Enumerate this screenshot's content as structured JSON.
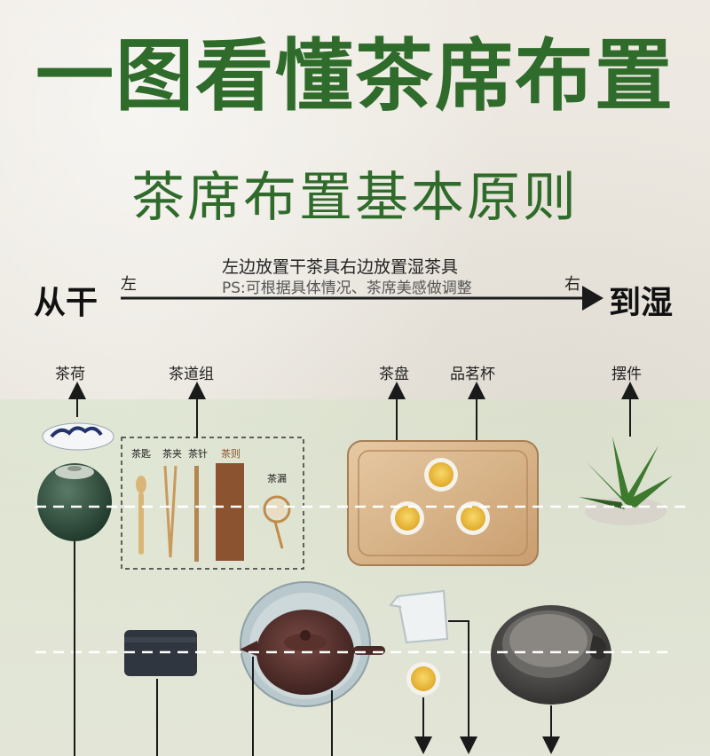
{
  "title": "一图看懂茶席布置",
  "subtitle": "茶席布置基本原则",
  "principle": {
    "main_note": "左边放置干茶具右边放置湿茶具",
    "ps_note": "PS:可根据具体情况、茶席美感做调整",
    "dry_label": "从干",
    "wet_label": "到湿",
    "left_label": "左",
    "right_label": "右"
  },
  "items": {
    "tea_he": "茶荷",
    "tea_tools": "茶道组",
    "tea_tray": "茶盘",
    "tasting_cup": "品茗杯",
    "ornament": "摆件"
  },
  "tools": {
    "spoon": "茶匙",
    "clip": "茶夹",
    "needle": "茶针",
    "tongs": "茶则",
    "strainer": "茶漏"
  },
  "colors": {
    "title_green": "#2f6b2a",
    "arrow_dark": "#1a1a1a"
  }
}
